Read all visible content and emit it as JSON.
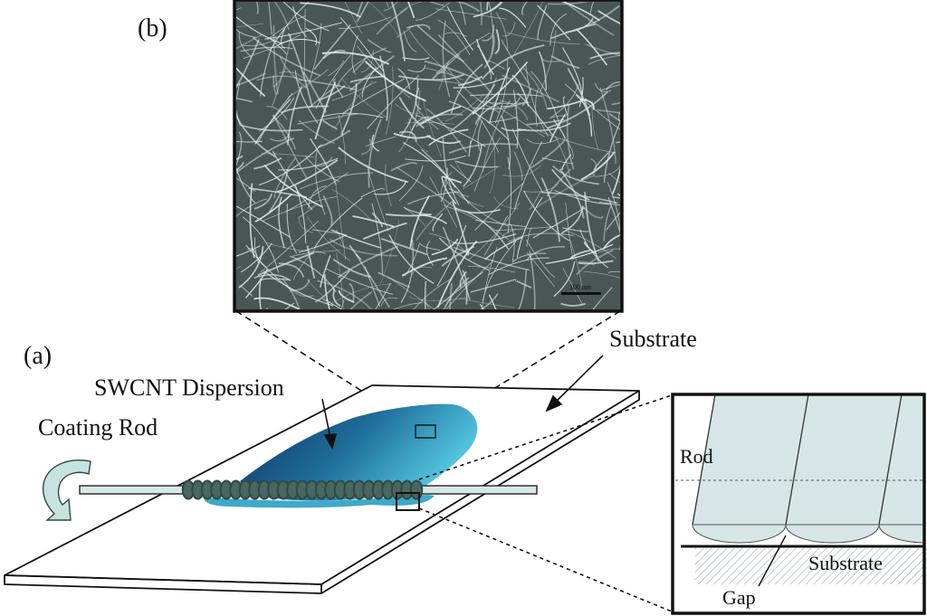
{
  "panel_labels": {
    "a": "(a)",
    "b": "(b)"
  },
  "labels": {
    "substrate": "Substrate",
    "dispersion": "SWCNT Dispersion",
    "coating_rod": "Coating Rod",
    "inset_rod": "Rod",
    "inset_substrate": "Substrate",
    "inset_gap": "Gap"
  },
  "micrograph": {
    "scale_bar_text": "100 nm"
  },
  "colors": {
    "dispersion_dark": "#0f2f5c",
    "dispersion_light": "#4fc6df",
    "rod_body": "#d6e6e6",
    "rod_wire": "#2e4a45",
    "arrow_fill": "#c7e3df",
    "sem_background": "#4a5556",
    "sem_fiber": "#dfe9ea"
  }
}
